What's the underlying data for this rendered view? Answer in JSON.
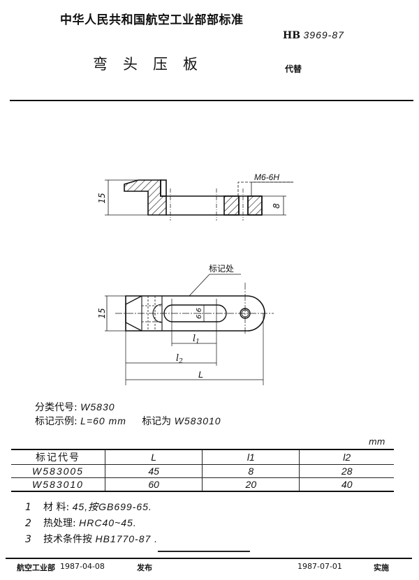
{
  "header": {
    "organization": "中华人民共和国航空工业部部标准",
    "standard_prefix": "HB",
    "standard_number": "3969-87",
    "title": "弯头压板",
    "replaces_label": "代替"
  },
  "drawing": {
    "side_view": {
      "height_dim": "15",
      "thread_callout": "M6-6H",
      "thickness_dim": "8"
    },
    "top_view": {
      "marking_location_label": "标记处",
      "width_dim": "15",
      "slot_width_dim": "6.6",
      "dims": {
        "l1": "l1",
        "l2": "l2",
        "L": "L"
      }
    }
  },
  "info": {
    "classification_label": "分类代号:",
    "classification_value": "W5830",
    "example_label": "标记示例:",
    "example_value": "L=60 mm",
    "example_mark_label": "标记为",
    "example_mark_value": "W583010"
  },
  "table": {
    "unit": "mm",
    "headers": [
      "标记代号",
      "L",
      "l1",
      "l2"
    ],
    "rows": [
      [
        "W583005",
        "45",
        "8",
        "28"
      ],
      [
        "W583010",
        "60",
        "20",
        "40"
      ]
    ]
  },
  "notes": [
    {
      "num": "1",
      "label": "材  料:",
      "value": "45,按GB699-65."
    },
    {
      "num": "2",
      "label": "热处理:",
      "value": "HRC40~45."
    },
    {
      "num": "3",
      "label": "技术条件按",
      "value": "HB1770-87 ."
    }
  ],
  "footer": {
    "issuer": "航空工业部",
    "issue_date": "1987-04-08",
    "issue_label": "发布",
    "effective_date": "1987-07-01",
    "effective_label": "实施"
  }
}
